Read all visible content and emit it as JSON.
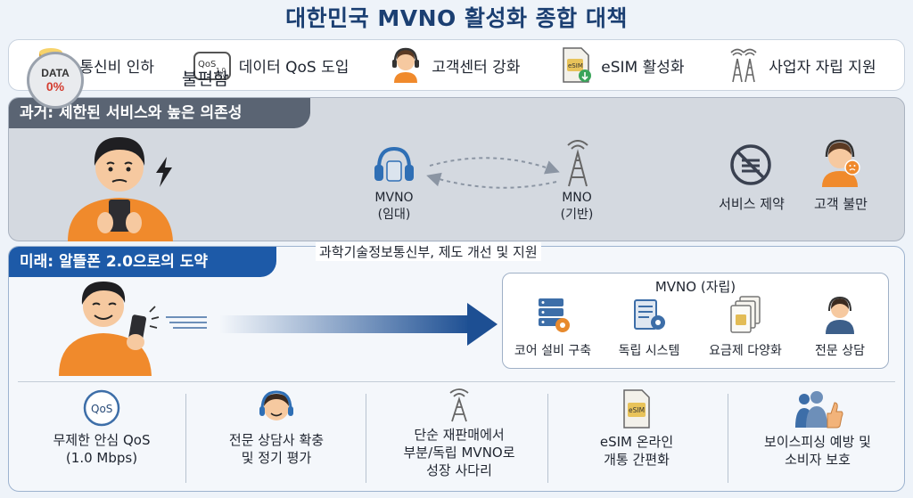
{
  "title": "대한민국 MVNO 활성화 종합 대책",
  "banner": [
    {
      "label": "통신비 인하",
      "icon": "coins-down-icon"
    },
    {
      "label": "데이터 QoS 도입",
      "icon": "qos-chip-icon",
      "icon_text_1": "QoS",
      "icon_text_2": "1.0",
      "icon_text_3": "Mcys"
    },
    {
      "label": "고객센터 강화",
      "icon": "agent-headset-icon"
    },
    {
      "label": "eSIM 활성화",
      "icon": "esim-card-icon",
      "icon_text": "eSIM"
    },
    {
      "label": "사업자 자립 지원",
      "icon": "tower-icon"
    }
  ],
  "past": {
    "header": "과거: 제한된 서비스와 높은 의존성",
    "data_badge": {
      "line1": "DATA",
      "line2": "0%"
    },
    "uncomfortable": "불편함",
    "mvno": {
      "line1": "MVNO",
      "line2": "(임대)"
    },
    "mno": {
      "line1": "MNO",
      "line2": "(기반)"
    },
    "service_limit": "서비스 제약",
    "complaint": "고객 불만"
  },
  "future": {
    "header": "미래:  알뜰폰 2.0으로의 도약",
    "ministry": "과학기술정보통신부, 제도 개선 및 지원",
    "mvno_box_title": "MVNO (자립)",
    "mvno_items": [
      {
        "label": "코어 설비 구축",
        "icon": "server-gear-icon"
      },
      {
        "label": "독립 시스템",
        "icon": "system-gear-icon"
      },
      {
        "label": "요금제 다양화",
        "icon": "sim-cards-icon"
      },
      {
        "label": "전문 상담",
        "icon": "consultant-icon"
      }
    ],
    "bottom": [
      {
        "line1": "무제한 안심 QoS",
        "line2": "(1.0 Mbps)",
        "line3": "",
        "icon": "qos-circle-icon",
        "icon_text": "QoS"
      },
      {
        "line1": "전문 상담사 확충",
        "line2": "및 정기 평가",
        "line3": "",
        "icon": "agent-icon"
      },
      {
        "line1": "단순 재판매에서",
        "line2": "부분/독립 MVNO로",
        "line3": "성장 사다리",
        "icon": "antenna-icon"
      },
      {
        "line1": "eSIM 온라인",
        "line2": "개통 간편화",
        "line3": "",
        "icon": "esim-icon",
        "icon_text": "eSIM"
      },
      {
        "line1": "보이스피싱 예방 및",
        "line2": "소비자 보호",
        "line3": "",
        "icon": "people-thumbs-up-icon"
      }
    ]
  },
  "colors": {
    "title": "#1b3f72",
    "past_header": "#5a6473",
    "future_header": "#1d5aa8",
    "accent_orange": "#f08a2c"
  }
}
